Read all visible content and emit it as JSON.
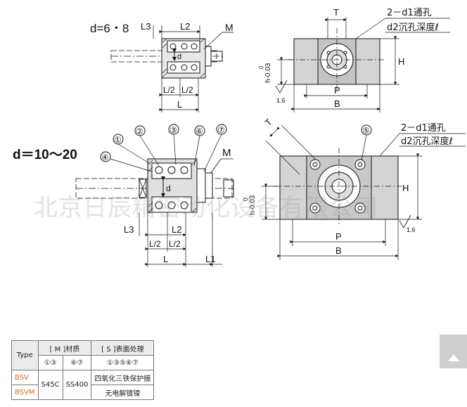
{
  "labels": {
    "d_small": "d=6・8",
    "d_large": "d＝10～20",
    "L": "L",
    "L1": "L1",
    "L2": "L2",
    "L3": "L3",
    "L_half": "L/2",
    "M": "M",
    "d": "d",
    "T": "T",
    "P": "P",
    "B": "B",
    "H": "H",
    "h_tol": "h-0.03",
    "h_tol_upper": "0",
    "roughness": "1.6",
    "hole_note_1": "2－d1通孔",
    "hole_note_2": "d2沉孔深度ℓ",
    "parts": [
      "①",
      "②",
      "③",
      "⑥",
      "⑦",
      "④",
      "⑤"
    ]
  },
  "watermark": "北京日辰精密动化设备有限公司",
  "spec_table": {
    "type_header": "Type",
    "material_header": "[ M ]材质",
    "surface_header": "[ S ]表面处理",
    "material_sub1": "①③",
    "material_sub2": "⑥⑦",
    "surface_sub": "①③⑤⑥⑦",
    "rows": [
      {
        "type": "BSV",
        "m1": "S45C",
        "m2": "SS400",
        "surface": "四氧化三铁保护膜"
      },
      {
        "type": "BSVM",
        "surface": "无电解镀镍"
      }
    ]
  },
  "colors": {
    "accent": "#d2691e",
    "block_fill": "#d4d4d4",
    "line": "#111111"
  },
  "icons": {
    "scroll_top": "chevron-up-icon"
  }
}
